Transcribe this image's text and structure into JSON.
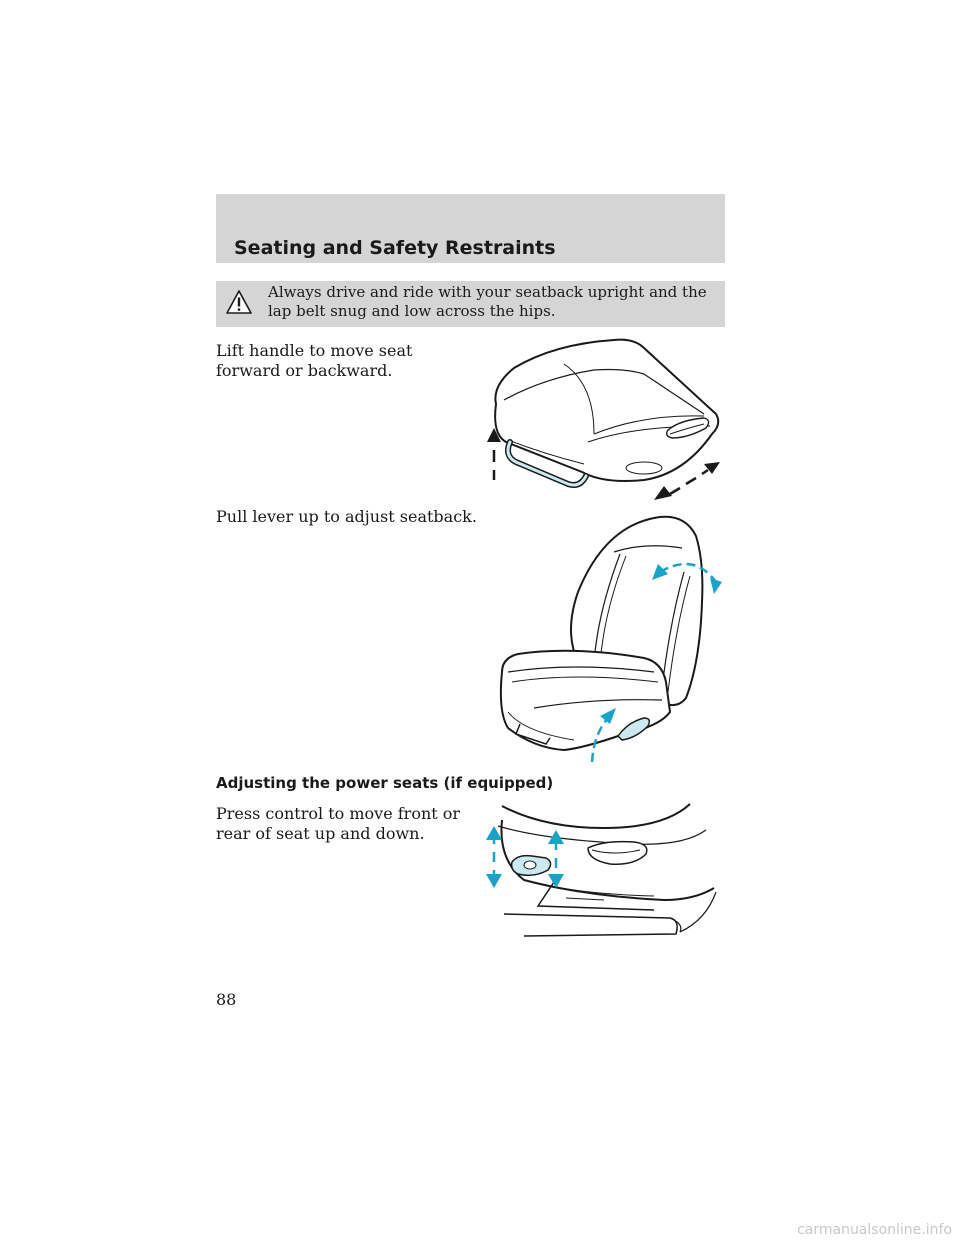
{
  "header": {
    "title": "Seating and Safety Restraints"
  },
  "warning": {
    "icon": "warning-triangle-icon",
    "text": "Always drive and ride with your seatback upright and the lap belt snug and low across the hips."
  },
  "instructions": {
    "lift_handle": "Lift handle to move seat forward or backward.",
    "pull_lever": "Pull lever up to adjust seatback."
  },
  "power_seats": {
    "heading": "Adjusting the power seats (if equipped)",
    "press_control": "Press control to move front or rear of seat up and down."
  },
  "page": {
    "number": "88"
  },
  "footer": {
    "watermark": "carmanualsonline.info"
  },
  "colors": {
    "accent": "#1aa3c8",
    "highlight_fill": "#cce9f2",
    "header_bg": "#d5d5d5"
  }
}
